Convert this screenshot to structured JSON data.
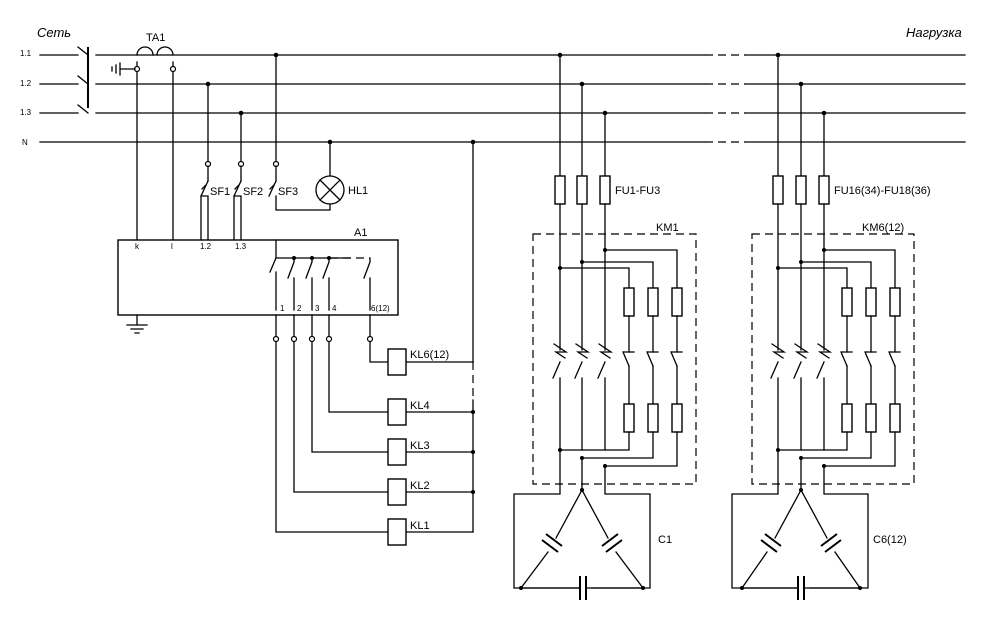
{
  "headers": {
    "left": "Сеть",
    "right": "Нагрузка"
  },
  "phases": [
    "1.1",
    "1.2",
    "1.3",
    "N"
  ],
  "transformer": "TA1",
  "breakers": [
    "SF1",
    "SF2",
    "SF3"
  ],
  "lamp": "HL1",
  "controller": {
    "name": "A1",
    "inputs": [
      "k",
      "l",
      "1.2",
      "1.3"
    ],
    "outputs": [
      "1",
      "2",
      "3",
      "4",
      "6(12)"
    ]
  },
  "relays": [
    "KL6(12)",
    "KL4",
    "KL3",
    "KL2",
    "KL1"
  ],
  "stage1": {
    "fuses": "FU1-FU3",
    "contactor": "KM1",
    "capacitor": "C1"
  },
  "stage6": {
    "fuses": "FU16(34)-FU18(36)",
    "contactor": "KM6(12)",
    "capacitor": "C6(12)"
  }
}
